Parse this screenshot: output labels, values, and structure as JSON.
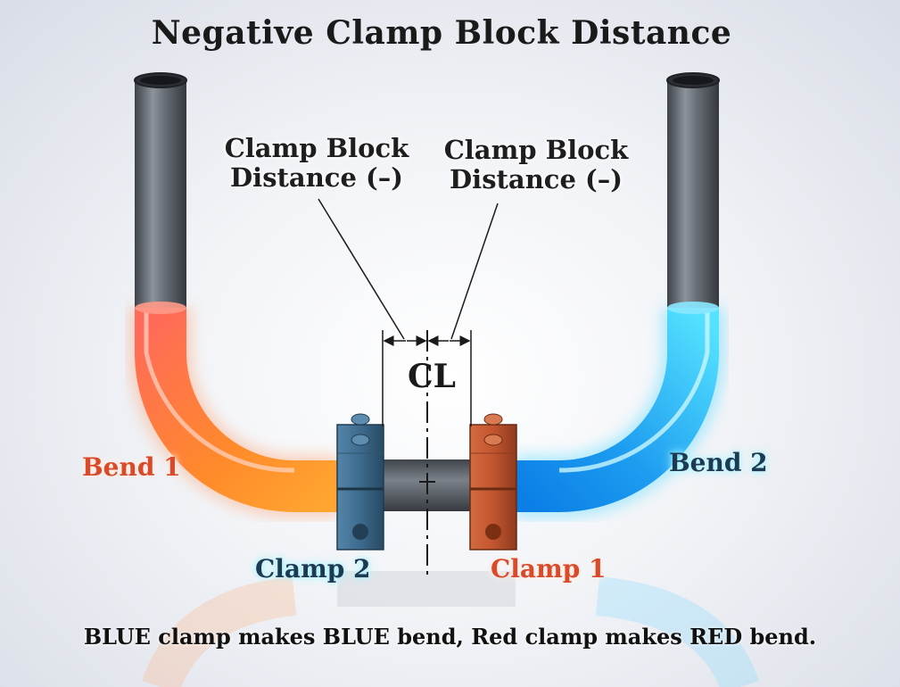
{
  "title": "Negative Clamp Block Distance",
  "labels": {
    "clamp_block_left": [
      "Clamp Block",
      "Distance (–)"
    ],
    "clamp_block_right": [
      "Clamp Block",
      "Distance (–)"
    ],
    "centerline": "CL",
    "bend1": "Bend 1",
    "bend2": "Bend 2",
    "clamp2": "Clamp 2",
    "clamp1": "Clamp 1"
  },
  "caption": "BLUE clamp makes BLUE bend, Red clamp makes RED bend.",
  "colors": {
    "red_bend": "#ff7a3a",
    "blue_bend": "#2aaaf0",
    "red_clamp": "#c2552f",
    "blue_clamp": "#3d6a8c",
    "tube_gray": "#5a6068"
  }
}
